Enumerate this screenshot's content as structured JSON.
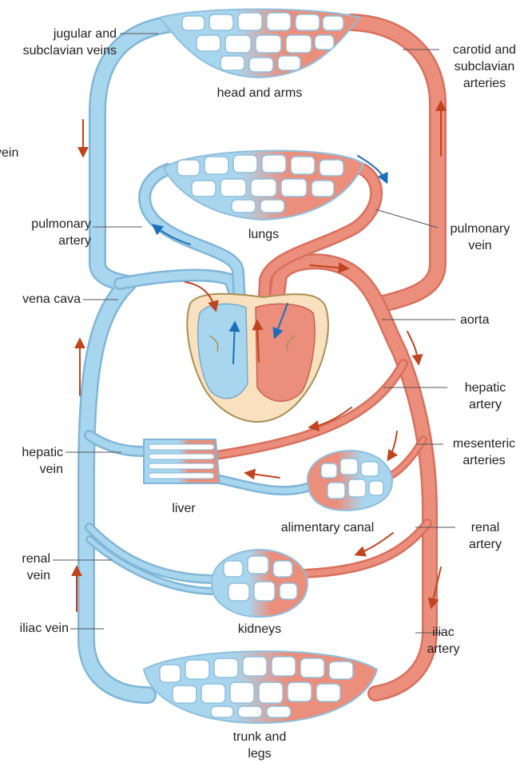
{
  "colors": {
    "deoxygenated": "#a9d6ef",
    "oxygenated": "#ec8e7c",
    "vessel_edge": "#7fb6d8",
    "artery_edge": "#d9705e",
    "heart_wall": "#f9e1c0",
    "arrow_flow": "#c0441d",
    "arrow_pulmonary": "#1a6fba",
    "leader": "#555555"
  },
  "labels": {
    "jugular": [
      "jugular and",
      "subclavian veins"
    ],
    "vein_cut": "vein",
    "pulmonary_artery": [
      "pulmonary",
      "artery"
    ],
    "vena_cava": "vena cava",
    "hepatic_vein": [
      "hepatic",
      "vein"
    ],
    "renal_vein": [
      "renal",
      "vein"
    ],
    "iliac_vein": "iliac vein",
    "carotid": [
      "carotid and",
      "subclavian",
      "arteries"
    ],
    "pulmonary_vein": [
      "pulmonary",
      "vein"
    ],
    "aorta": "aorta",
    "hepatic_artery": [
      "hepatic",
      "artery"
    ],
    "mesenteric": [
      "mesenteric",
      "arteries"
    ],
    "renal_artery": [
      "renal",
      "artery"
    ],
    "iliac_artery": [
      "iliac",
      "artery"
    ],
    "head_and_arms": "head and arms",
    "lungs": "lungs",
    "liver": "liver",
    "alimentary_canal": "alimentary canal",
    "kidneys": "kidneys",
    "trunk_and_legs": [
      "trunk and",
      "legs"
    ]
  }
}
